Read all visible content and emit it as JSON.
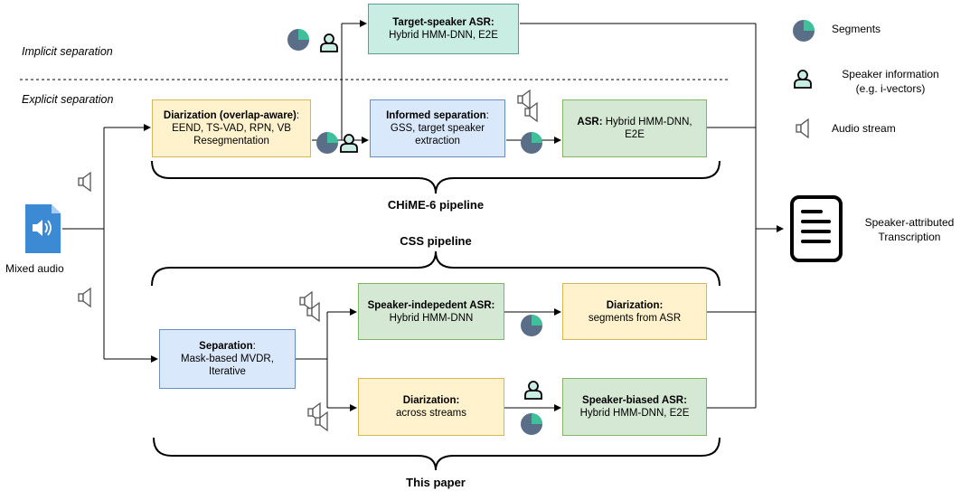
{
  "sections": {
    "implicit": "Implicit separation",
    "explicit": "Explicit separation"
  },
  "input": {
    "label": "Mixed audio"
  },
  "output": {
    "label_line1": "Speaker-attributed",
    "label_line2": "Transcription"
  },
  "boxes": {
    "target_asr": {
      "title": "Target-speaker ASR:",
      "body": "Hybrid HMM-DNN, E2E"
    },
    "diarization_overlap": {
      "title": "Diarization (overlap-aware)",
      "title_suffix": ":",
      "line1": "EEND, TS-VAD, RPN, VB",
      "line2": "Resegmentation"
    },
    "informed_sep": {
      "title": "Informed separation",
      "title_suffix": ":",
      "line1": "GSS, target speaker",
      "line2": "extraction"
    },
    "asr_chime": {
      "title": "ASR:",
      "body_line1": " Hybrid HMM-DNN,",
      "body_line2": "E2E"
    },
    "separation": {
      "title": "Separation",
      "title_suffix": ":",
      "line1": "Mask-based MVDR,",
      "line2": "Iterative"
    },
    "si_asr": {
      "title": "Speaker-indepedent ASR:",
      "body": "Hybrid HMM-DNN"
    },
    "diar_from_asr": {
      "title": "Diarization:",
      "body": "segments from ASR"
    },
    "diar_across": {
      "title": "Diarization:",
      "body": "across streams"
    },
    "sb_asr": {
      "title": "Speaker-biased ASR:",
      "body": "Hybrid HMM-DNN, E2E"
    }
  },
  "braces": {
    "chime": "CHiME-6 pipeline",
    "css": "CSS pipeline",
    "paper": "This paper"
  },
  "legend": {
    "segments": "Segments",
    "speaker_line1": "Speaker information",
    "speaker_line2": "(e.g. i-vectors)",
    "audio": "Audio stream"
  },
  "colors": {
    "yellow": "#fff2cc",
    "blue": "#dae8fc",
    "green": "#d5e8d4",
    "teal": "#c9ece3",
    "segment_dark": "#5a6e88",
    "segment_accent": "#3fbf9a"
  }
}
